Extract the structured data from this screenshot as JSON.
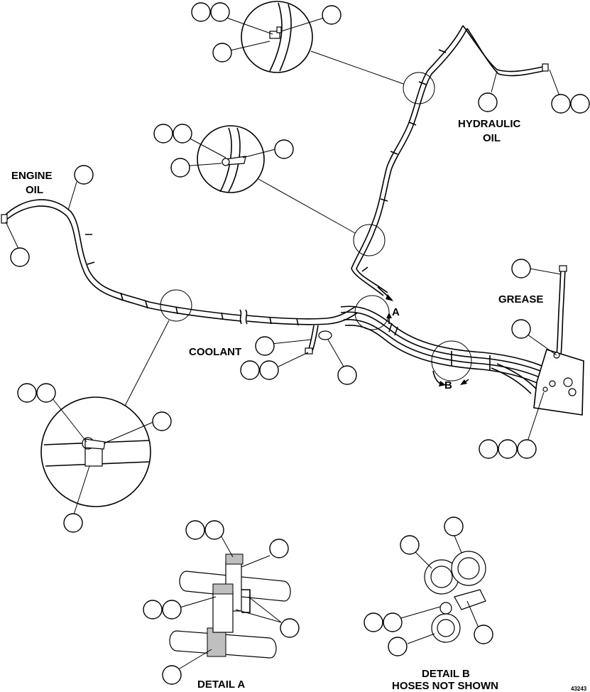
{
  "labels": {
    "engine_oil_1": "ENGINE",
    "engine_oil_2": "OIL",
    "hydraulic_oil_1": "HYDRAULIC",
    "hydraulic_oil_2": "OIL",
    "grease": "GREASE",
    "coolant": "COOLANT",
    "view_a": "A",
    "view_b": "B",
    "detail_a": "DETAIL A",
    "detail_b_1": "DETAIL B",
    "detail_b_2": "HOSES NOT SHOWN",
    "figure_number": "43243"
  }
}
